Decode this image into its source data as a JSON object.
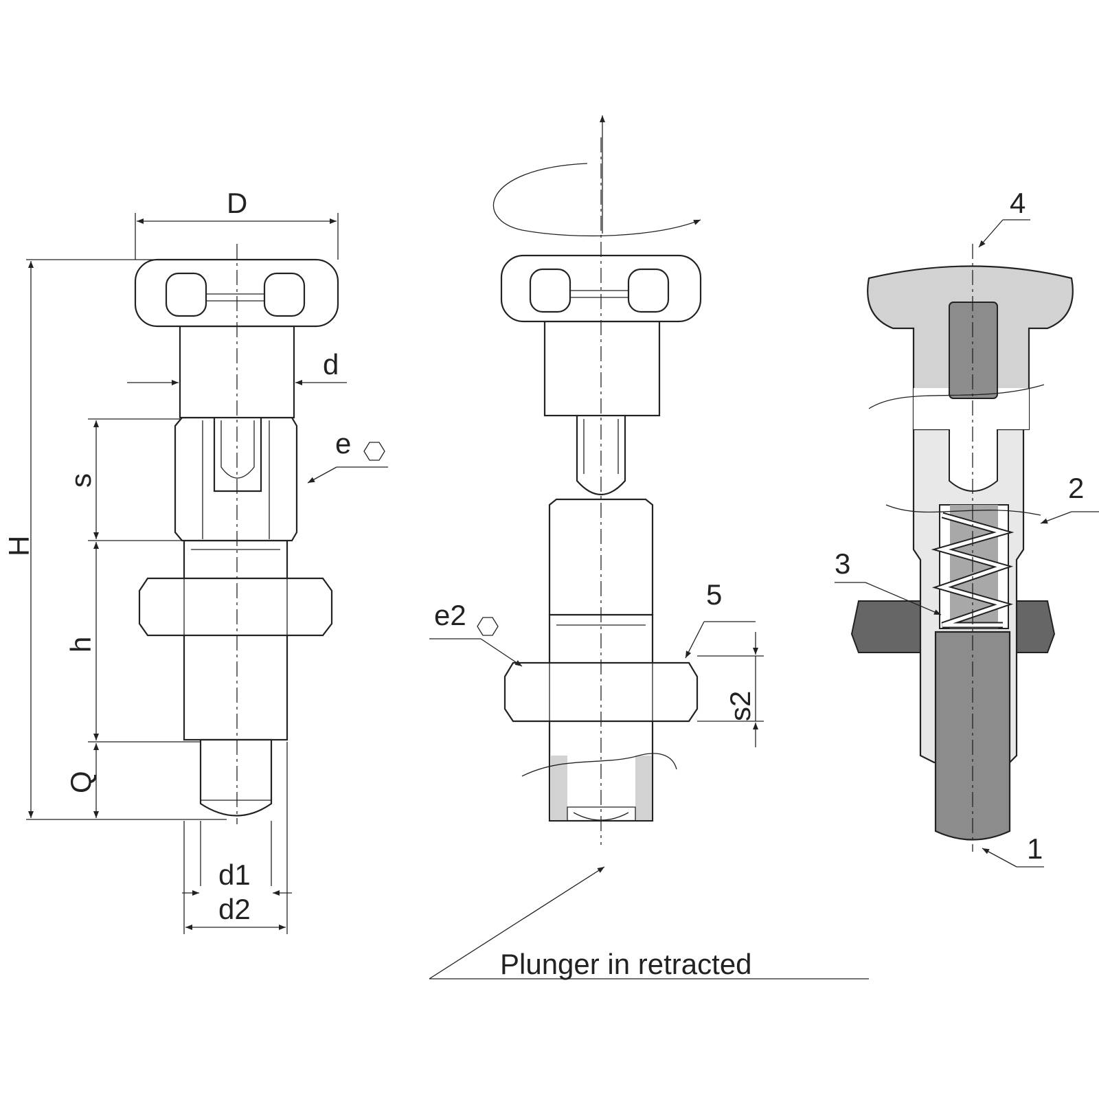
{
  "labels": {
    "D": "D",
    "d": "d",
    "e": "e",
    "s": "s",
    "H": "H",
    "h": "h",
    "Q": "Q",
    "d1": "d1",
    "d2": "d2",
    "e2": "e2",
    "s2": "s2",
    "part1": "1",
    "part2": "2",
    "part3": "3",
    "part4": "4",
    "part5": "5"
  },
  "caption": "Plunger in retracted",
  "colors": {
    "knob": "#d2d2d2",
    "body": "#e8e8e8",
    "pin": "#8c8c8c",
    "nut": "#666666"
  }
}
